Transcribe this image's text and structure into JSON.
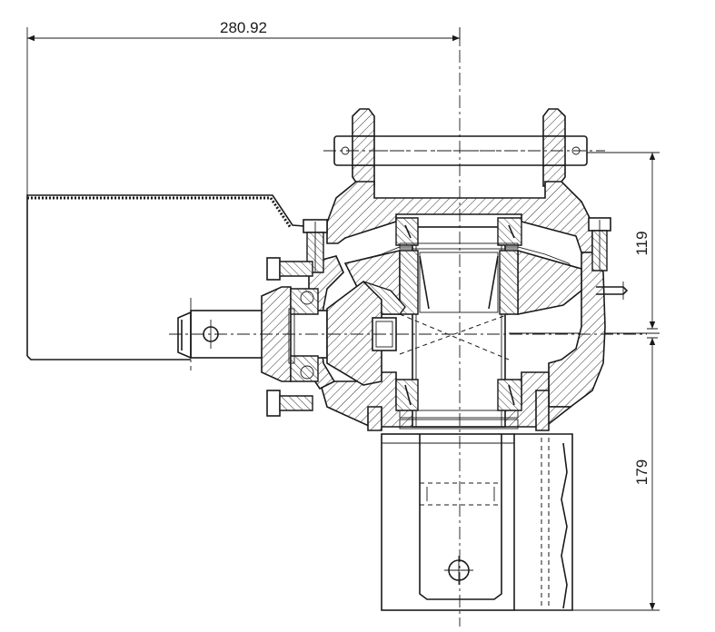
{
  "dimensions": {
    "width_label": "280.92",
    "upper_height_label": "119",
    "lower_height_label": "179"
  },
  "colors": {
    "line": "#1a1a1a",
    "background": "#ffffff"
  }
}
